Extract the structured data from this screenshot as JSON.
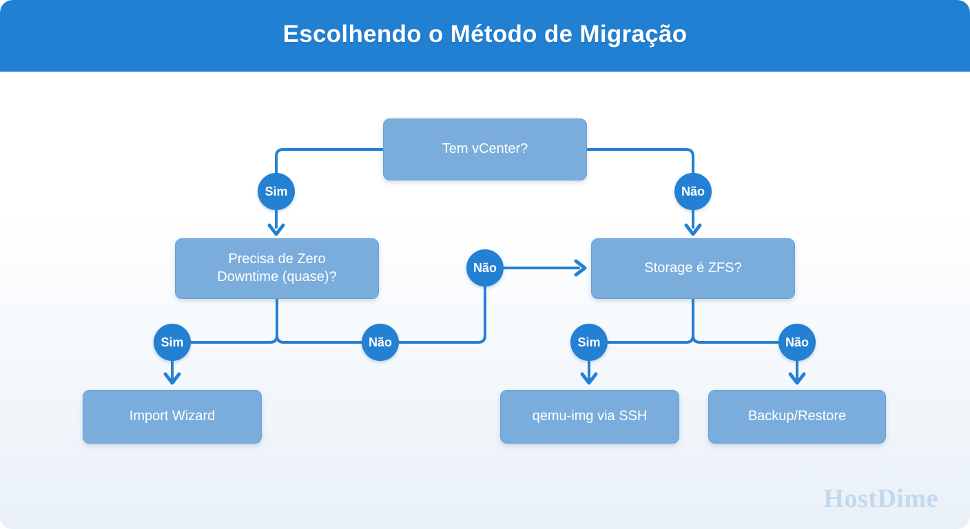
{
  "header": {
    "title": "Escolhendo o Método de Migração",
    "background_color": "#2180d2",
    "title_color": "#ffffff"
  },
  "theme": {
    "node_fill": "#7aaddc",
    "node_border": "#6a9fd2",
    "node_text": "#ffffff",
    "connector_color": "#2380d2",
    "label_circle_fill": "#2380d2",
    "label_circle_text": "#ffffff",
    "page_background_top": "#ffffff",
    "page_background_bottom": "#e9f0f8",
    "brand_color": "#c3d8ee"
  },
  "flowchart": {
    "type": "decision-tree",
    "nodes": [
      {
        "id": "vcenter",
        "label": "Tem vCenter?",
        "kind": "decision"
      },
      {
        "id": "downtime",
        "label": "Precisa de Zero Downtime (quase)?",
        "kind": "decision"
      },
      {
        "id": "zfs",
        "label": "Storage é ZFS?",
        "kind": "decision"
      },
      {
        "id": "import",
        "label": "Import Wizard",
        "kind": "outcome"
      },
      {
        "id": "qemu",
        "label": "qemu-img via SSH",
        "kind": "outcome"
      },
      {
        "id": "backup",
        "label": "Backup/Restore",
        "kind": "outcome"
      }
    ],
    "edges": [
      {
        "from": "vcenter",
        "to": "downtime",
        "label": "Sim"
      },
      {
        "from": "vcenter",
        "to": "zfs",
        "label": "Não"
      },
      {
        "from": "downtime",
        "to": "import",
        "label": "Sim"
      },
      {
        "from": "downtime",
        "to": "zfs",
        "label": "Não"
      },
      {
        "from": "zfs",
        "to": "qemu",
        "label": "Sim"
      },
      {
        "from": "zfs",
        "to": "backup",
        "label": "Não"
      }
    ],
    "node_labels": {
      "vcenter": "Tem vCenter?",
      "downtime_line1": "Precisa de Zero",
      "downtime_line2": "Downtime (quase)?",
      "zfs": "Storage é ZFS?",
      "import": "Import Wizard",
      "qemu": "qemu-img via SSH",
      "backup": "Backup/Restore"
    },
    "edge_labels": {
      "vcenter_sim": "Sim",
      "vcenter_nao": "Não",
      "downtime_sim": "Sim",
      "downtime_nao": "Não",
      "mid_nao": "Não",
      "zfs_sim": "Sim",
      "zfs_nao": "Não"
    }
  },
  "brand": {
    "name": "HostDime"
  }
}
